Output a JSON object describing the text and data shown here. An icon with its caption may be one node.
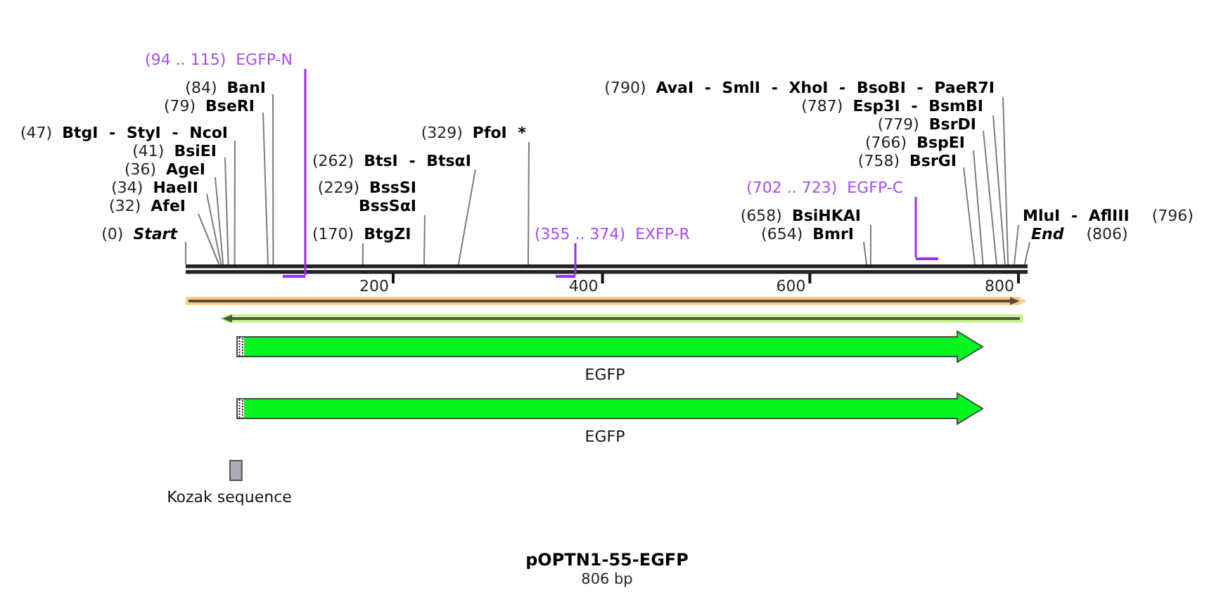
{
  "diagram": {
    "title": "pOPTN1-55-EGFP",
    "caption": "806 bp",
    "nodes": [
      {
        "text": [
          "(94 .. 115)",
          "EGFP-N"
        ]
      },
      {
        "text": [
          "(84)",
          "BanI"
        ]
      },
      {
        "text": [
          "(790)",
          "AvaI - SmlI - XhoI - BsoBI - PaeR7I"
        ]
      },
      {
        "text": [
          "(79)",
          "BseRI"
        ]
      },
      {
        "text": [
          "(787)",
          "Esp3I - BsmBI"
        ]
      },
      {
        "text": [
          "(779)",
          "BsrDI"
        ]
      },
      {
        "text": [
          "(47)",
          "BtgI - StyI - NcoI"
        ]
      },
      {
        "text": [
          "(329)",
          "PfoI *"
        ]
      },
      {
        "text": [
          "(766)",
          "BspEI"
        ]
      },
      {
        "text": [
          "(41)",
          "BsiEI"
        ]
      },
      {
        "text": [
          "(262)",
          "BtsI - BtsαI"
        ]
      },
      {
        "text": [
          "(758)",
          "BsrGI"
        ]
      },
      {
        "text": [
          "(36)",
          "AgeI"
        ]
      },
      {
        "text": [
          "(34)",
          "HaeII"
        ]
      },
      {
        "text": [
          "(229)",
          "BssSI",
          "BssSαI"
        ]
      },
      {
        "text": [
          "(702 .. 723)",
          "EGFP-C"
        ]
      },
      {
        "text": [
          "(32)",
          "AfeI"
        ]
      },
      {
        "text": [
          "(658)",
          "BsiHKAI"
        ]
      },
      {
        "text": [
          "MluI - AflIII",
          "(796)"
        ]
      },
      {
        "text": [
          "(0)",
          "Start"
        ]
      },
      {
        "text": [
          "(170)",
          "BtgZI"
        ]
      },
      {
        "text": [
          "(355 .. 374)",
          "EXFP-R"
        ]
      },
      {
        "text": [
          "(654)",
          "BmrI"
        ]
      },
      {
        "text": [
          "End",
          "(806)"
        ]
      },
      {
        "text": [],
        "shape": "bar"
      },
      {
        "text": [],
        "shape": "bar"
      },
      {
        "text": [],
        "shape": "bar"
      },
      {
        "text": [],
        "shape": "bar"
      },
      {
        "text": [
          "EGFP"
        ]
      },
      {
        "text": [
          "EGFP"
        ]
      },
      {
        "text": [
          "Kozak sequence"
        ]
      }
    ],
    "edges": [
      {
        "from": 0,
        "to": 26,
        "arrow": "none",
        "color": "#9b30e8"
      },
      {
        "from": 1,
        "to": 25,
        "arrow": "none"
      },
      {
        "from": 2,
        "to": 25,
        "arrow": "none"
      },
      {
        "from": 3,
        "to": 25,
        "arrow": "none"
      },
      {
        "from": 4,
        "to": 25,
        "arrow": "none"
      },
      {
        "from": 5,
        "to": 25,
        "arrow": "none"
      },
      {
        "from": 6,
        "to": 25,
        "arrow": "none"
      },
      {
        "from": 7,
        "to": 25,
        "arrow": "none"
      },
      {
        "from": 8,
        "to": 25,
        "arrow": "none"
      },
      {
        "from": 9,
        "to": 25,
        "arrow": "none"
      },
      {
        "from": 10,
        "to": 25,
        "arrow": "none"
      },
      {
        "from": 11,
        "to": 25,
        "arrow": "none"
      },
      {
        "from": 12,
        "to": 25,
        "arrow": "none"
      },
      {
        "from": 13,
        "to": 25,
        "arrow": "none"
      },
      {
        "from": 14,
        "to": 25,
        "arrow": "none"
      },
      {
        "from": 15,
        "to": 24,
        "arrow": "none",
        "color": "#9b30e8"
      },
      {
        "from": 16,
        "to": 25,
        "arrow": "none"
      },
      {
        "from": 17,
        "to": 25,
        "arrow": "none"
      },
      {
        "from": 18,
        "to": 25,
        "arrow": "none"
      },
      {
        "from": 19,
        "to": 25,
        "arrow": "none"
      },
      {
        "from": 20,
        "to": 25,
        "arrow": "none"
      },
      {
        "from": 21,
        "to": 27,
        "arrow": "none",
        "color": "#9b30e8"
      },
      {
        "from": 22,
        "to": 25,
        "arrow": "none"
      },
      {
        "from": 23,
        "to": 25,
        "arrow": "none"
      }
    ],
    "labels": [
      "200",
      "400",
      "600",
      "800"
    ]
  }
}
